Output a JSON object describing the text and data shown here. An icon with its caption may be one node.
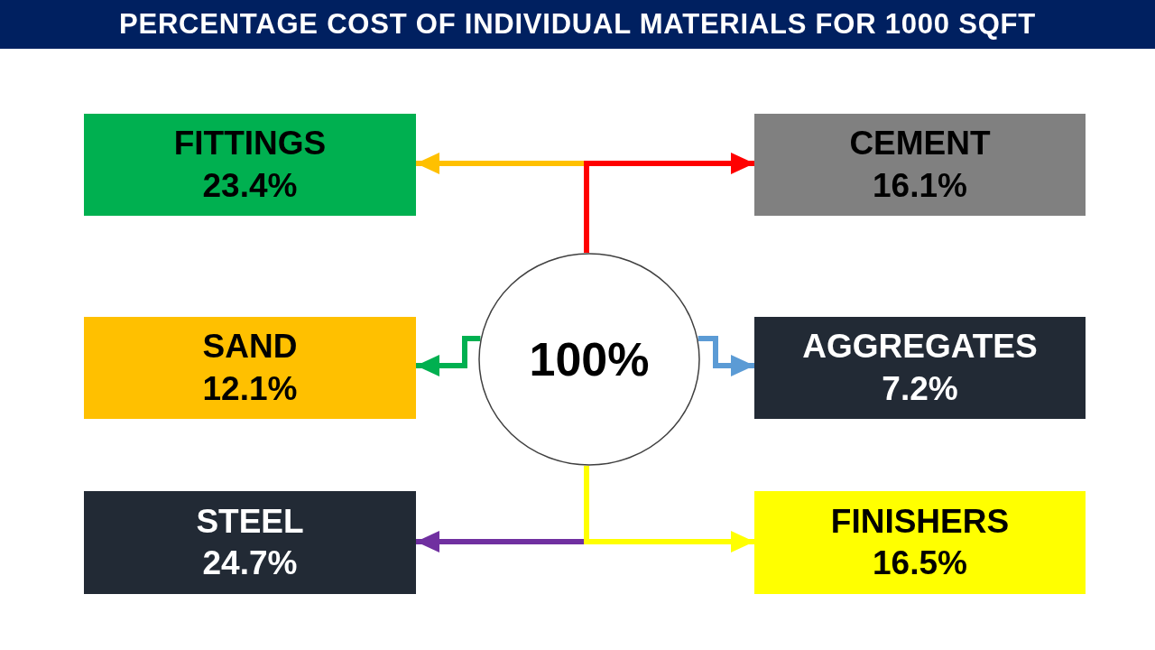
{
  "diagram": {
    "title": "PERCENTAGE COST OF INDIVIDUAL MATERIALS FOR 1000 SQFT",
    "nodes": [
      {
        "text": [
          "FITTINGS",
          "23.4%"
        ]
      },
      {
        "text": [
          "CEMENT",
          "16.1%"
        ]
      },
      {
        "text": [
          "SAND",
          "12.1%"
        ]
      },
      {
        "text": [
          "100%"
        ]
      },
      {
        "text": [
          "AGGREGATES",
          "7.2%"
        ]
      },
      {
        "text": [
          "STEEL",
          "24.7%"
        ]
      },
      {
        "text": [
          "FINISHERS",
          "16.5%"
        ]
      }
    ],
    "edges": [
      {
        "from": 3,
        "to": 0,
        "arrow": "to",
        "color": "#ffc000"
      },
      {
        "from": 3,
        "to": 1,
        "arrow": "to",
        "color": "#ff0000"
      },
      {
        "from": 3,
        "to": 2,
        "arrow": "to",
        "color": "#00b050"
      },
      {
        "from": 3,
        "to": 4,
        "arrow": "to",
        "color": "#5b9bd5"
      },
      {
        "from": 3,
        "to": 5,
        "arrow": "to",
        "color": "#7030a0"
      },
      {
        "from": 3,
        "to": 6,
        "arrow": "to",
        "color": "#ffff00"
      }
    ]
  }
}
